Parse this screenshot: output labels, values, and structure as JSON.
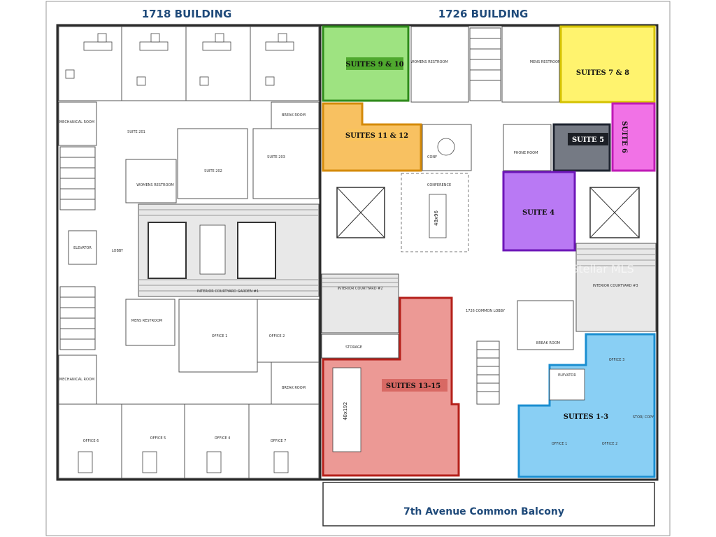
{
  "buildings": {
    "left": "1718 BUILDING",
    "right": "1726 BUILDING"
  },
  "balcony_label": "7th Avenue Common Balcony",
  "watermark": "Stellar MLS",
  "suites": [
    {
      "id": "suites-9-10",
      "label": "SUITES 9 & 10",
      "color": "#7ed957"
    },
    {
      "id": "suites-7-8",
      "label": "SUITES 7 & 8",
      "color": "#fff04a"
    },
    {
      "id": "suites-11-12",
      "label": "SUITES 11 & 12",
      "color": "#f6b13a"
    },
    {
      "id": "suite-5",
      "label": "SUITE 5",
      "color": "#3a4250"
    },
    {
      "id": "suite-6",
      "label": "SUITE 6",
      "color": "#ee4fe0"
    },
    {
      "id": "suite-4",
      "label": "SUITE 4",
      "color": "#a24cf0"
    },
    {
      "id": "suites-13-15",
      "label": "SUITES 13-15",
      "color": "#e0554f"
    },
    {
      "id": "suites-1-3",
      "label": "SUITES 1-3",
      "color": "#4ab6ee"
    }
  ],
  "rooms": {
    "mechanical_top": "MECHANICAL ROOM",
    "mechanical_bottom": "MECHANICAL ROOM",
    "elevator_left": "ELEVATOR",
    "lobby": "LOBBY",
    "womens_left": "WOMENS RESTROOM",
    "mens_left": "MENS RESTROOM",
    "break_top": "BREAK ROOM",
    "break_bottom": "BREAK ROOM",
    "suite_201": "SUITE 201",
    "suite_202": "SUITE 202",
    "suite_203": "SUITE 203",
    "office1": "OFFICE 1",
    "office2": "OFFICE 2",
    "office4": "OFFICE 4",
    "office5": "OFFICE 5",
    "office6": "OFFICE 6",
    "office7": "OFFICE 7",
    "courtyard1": "INTERIOR COURTYARD GARDEN #1",
    "courtyard2": "INTERIOR COURTYARD #2",
    "courtyard3": "INTERIOR COURTYARD #3",
    "storage": "STORAGE",
    "conference": "CONFERENCE",
    "conf_small": "CONF",
    "table_48x96": "48x96",
    "table_48x192": "48x192",
    "common_lobby": "1726 COMMON LOBBY",
    "break_right": "BREAK ROOM",
    "elevator_right": "ELEVATOR",
    "womens_right": "WOMENS RESTROOM",
    "mens_right": "MENS RESTROOM",
    "phone_room": "PHONE ROOM",
    "storage_copy": "STOR/ COPY",
    "office_right1": "OFFICE 1",
    "office_right2": "OFFICE 2",
    "office_right3": "OFFICE 3"
  }
}
